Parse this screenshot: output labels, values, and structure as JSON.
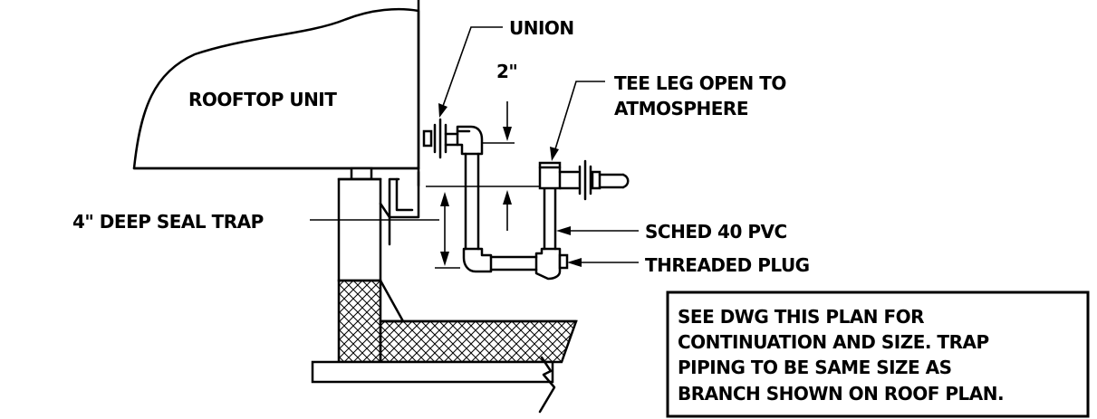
{
  "labels": {
    "rooftop_unit": "ROOFTOP UNIT",
    "union": "UNION",
    "dim_2in": "2\"",
    "tee_leg_line1": "TEE LEG OPEN TO",
    "tee_leg_line2": "ATMOSPHERE",
    "deep_seal_trap": "4\" DEEP SEAL TRAP",
    "sched_40_pvc": "SCHED 40 PVC",
    "threaded_plug": "THREADED PLUG"
  },
  "note": {
    "line1": "SEE DWG THIS PLAN FOR",
    "line2": "CONTINUATION AND SIZE. TRAP",
    "line3": "PIPING TO BE SAME SIZE AS",
    "line4": "BRANCH SHOWN ON ROOF PLAN."
  }
}
